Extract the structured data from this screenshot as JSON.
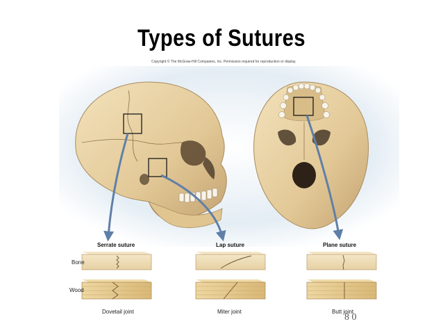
{
  "slide": {
    "title": "Types of Sutures",
    "copyright": "Copyright © The McGraw-Hill Companies, Inc. Permission required for reproduction or display.",
    "slide_number": "8 0"
  },
  "figure": {
    "row_labels": {
      "bone": "Bone",
      "wood": "Wood"
    },
    "sutures": [
      {
        "name": "Serrate suture",
        "joint": "Dovetail joint"
      },
      {
        "name": "Lap suture",
        "joint": "Miter joint"
      },
      {
        "name": "Plane suture",
        "joint": "Butt joint"
      }
    ]
  },
  "colors": {
    "bone": "#e8d3a6",
    "bone_shadow": "#c9a978",
    "wood": "#e3c98f",
    "wood_dark": "#c9a66a",
    "background_blue": "#d7e4ee",
    "arrow": "#5f7fa8"
  }
}
